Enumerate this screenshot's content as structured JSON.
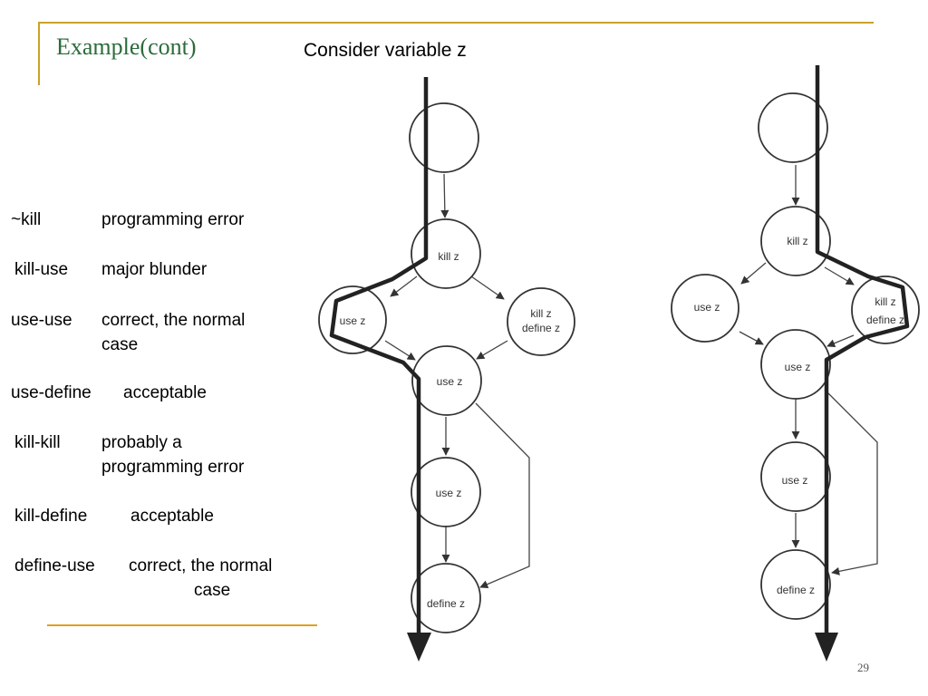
{
  "slide": {
    "title": "Example(cont)",
    "subtitle": "Consider variable z",
    "page_number": "29"
  },
  "rules": [
    {
      "term": "~kill",
      "desc_lines": [
        "programming error"
      ]
    },
    {
      "term": "kill-use",
      "desc_lines": [
        "major blunder"
      ]
    },
    {
      "term": "use-use",
      "desc_lines": [
        "correct, the normal",
        "case"
      ]
    },
    {
      "term": "use-define",
      "desc_lines": [
        "acceptable"
      ]
    },
    {
      "term": "kill-kill",
      "desc_lines": [
        "probably a",
        "programming error"
      ]
    },
    {
      "term": "kill-define",
      "desc_lines": [
        "acceptable"
      ]
    },
    {
      "term": "define-use",
      "desc_lines": [
        "correct,  the normal",
        "case"
      ]
    }
  ],
  "graphs": [
    {
      "nodes": [
        {
          "label_lines": [
            ""
          ]
        },
        {
          "label_lines": [
            "kill z"
          ]
        },
        {
          "label_lines": [
            "use z"
          ]
        },
        {
          "label_lines": [
            "kill z",
            "define z"
          ]
        },
        {
          "label_lines": [
            "use z"
          ]
        },
        {
          "label_lines": [
            "use z"
          ]
        },
        {
          "label_lines": [
            "define z"
          ]
        }
      ]
    },
    {
      "nodes": [
        {
          "label_lines": [
            ""
          ]
        },
        {
          "label_lines": [
            "kill z"
          ]
        },
        {
          "label_lines": [
            "use z"
          ]
        },
        {
          "label_lines": [
            "kill z",
            "define z"
          ]
        },
        {
          "label_lines": [
            "use z"
          ]
        },
        {
          "label_lines": [
            "use z"
          ]
        },
        {
          "label_lines": [
            "define z"
          ]
        }
      ]
    }
  ],
  "colors": {
    "title": "#2b6b3a",
    "frame": "#c9a227",
    "rule_line": "#e0a020",
    "diagram_stroke": "#333333",
    "path_stroke": "#222222"
  }
}
